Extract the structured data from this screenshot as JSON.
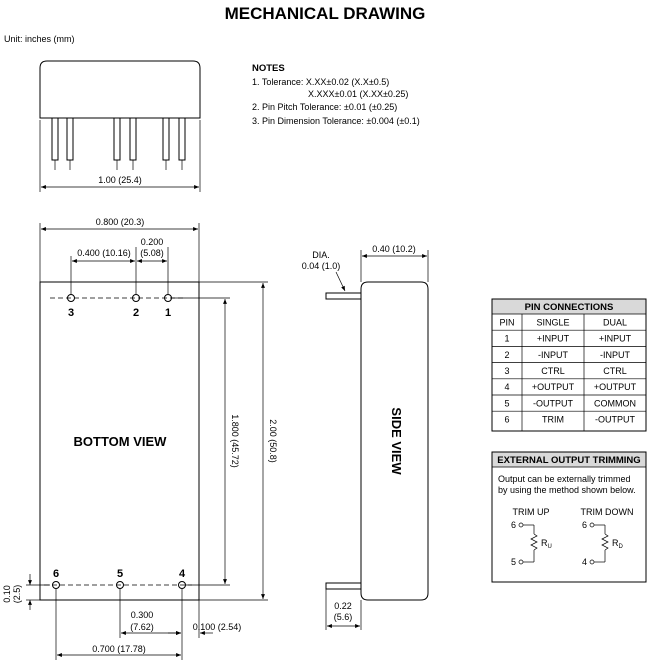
{
  "title": "MECHANICAL DRAWING",
  "unit_note": "Unit: inches (mm)",
  "notes": {
    "heading": "NOTES",
    "line1": "1. Tolerance: X.XX±0.02 (X.X±0.5)",
    "line1b": "X.XXX±0.01 (X.XX±0.25)",
    "line2": "2. Pin Pitch Tolerance: ±0.01 (±0.25)",
    "line3": "3. Pin Dimension Tolerance: ±0.004 (±0.1)"
  },
  "front_view": {
    "width_dim": "1.00 (25.4)"
  },
  "bottom_view": {
    "label": "BOTTOM VIEW",
    "pins_top": [
      "3",
      "2",
      "1"
    ],
    "pins_bottom": [
      "6",
      "5",
      "4"
    ],
    "dim_overall_width": "0.800 (20.3)",
    "dim_pin_3_2": "0.400 (10.16)",
    "dim_pin_2_1_a": "0.200",
    "dim_pin_2_1_b": "(5.08)",
    "dim_pin_rows": "1.800 (45.72)",
    "dim_length": "2.00 (50.8)",
    "dim_edge_a": "0.10",
    "dim_edge_b": "(2.5)",
    "dim_pin_6_5_a": "0.300",
    "dim_pin_6_5_b": "(7.62)",
    "dim_pin_4_edge": "0.100 (2.54)",
    "dim_pin_span": "0.700 (17.78)"
  },
  "side_view": {
    "label": "SIDE VIEW",
    "dia_a": "DIA.",
    "dia_b": "0.04 (1.0)",
    "height_dim": "0.40 (10.2)",
    "pin_len_a": "0.22",
    "pin_len_b": "(5.6)"
  },
  "pin_connections": {
    "title": "PIN CONNECTIONS",
    "headers": [
      "PIN",
      "SINGLE",
      "DUAL"
    ],
    "rows": [
      [
        "1",
        "+INPUT",
        "+INPUT"
      ],
      [
        "2",
        "-INPUT",
        "-INPUT"
      ],
      [
        "3",
        "CTRL",
        "CTRL"
      ],
      [
        "4",
        "+OUTPUT",
        "+OUTPUT"
      ],
      [
        "5",
        "-OUTPUT",
        "COMMON"
      ],
      [
        "6",
        "TRIM",
        "-OUTPUT"
      ]
    ]
  },
  "trimming": {
    "title": "EXTERNAL OUTPUT TRIMMING",
    "desc1": "Output can be externally trimmed",
    "desc2": "by using the method shown below.",
    "trim_up": {
      "label": "TRIM UP",
      "top_pin": "6",
      "bottom_pin": "5",
      "resistor": "R",
      "sub": "U"
    },
    "trim_down": {
      "label": "TRIM DOWN",
      "top_pin": "6",
      "bottom_pin": "4",
      "resistor": "R",
      "sub": "D"
    }
  }
}
